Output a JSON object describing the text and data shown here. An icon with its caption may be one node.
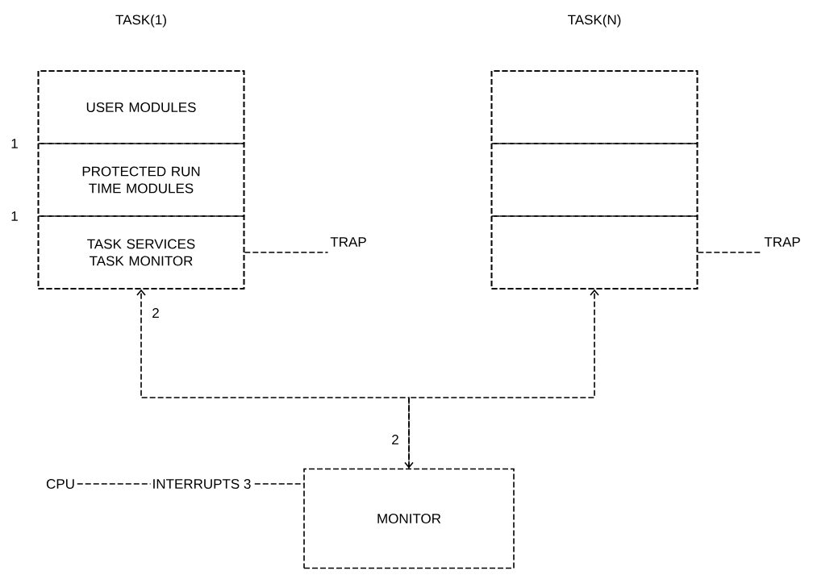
{
  "diagram": {
    "nodes": [
      {
        "text": [
          "TASK(1)"
        ]
      },
      {
        "text": [
          "USER MODULES"
        ],
        "in": 0
      },
      {
        "text": [
          "PROTECTED RUN TIME MODULES"
        ],
        "in": 0
      },
      {
        "text": [
          "TASK SERVICES",
          "TASK MONITOR"
        ],
        "in": 0
      },
      {
        "text": [
          "TASK(N)"
        ]
      },
      {
        "text": [],
        "shape": "box",
        "in": 4
      },
      {
        "text": [],
        "shape": "box",
        "in": 4
      },
      {
        "text": [],
        "shape": "box",
        "in": 4
      },
      {
        "text": [
          "TRAP"
        ]
      },
      {
        "text": [
          "TRAP"
        ]
      },
      {
        "text": [
          "CPU"
        ]
      },
      {
        "text": [
          "MONITOR"
        ]
      }
    ],
    "edges": [
      {
        "from": 3,
        "to": 8,
        "arrow": "none"
      },
      {
        "from": 7,
        "to": 9,
        "arrow": "none"
      },
      {
        "from": 11,
        "to": 0,
        "arrow": "both"
      },
      {
        "from": 11,
        "to": 4,
        "arrow": "to"
      },
      {
        "from": 10,
        "to": 11,
        "arrow": "none",
        "label": "INTERRUPTS 3"
      }
    ],
    "labels": [
      "1",
      "1",
      "2",
      "2"
    ]
  }
}
